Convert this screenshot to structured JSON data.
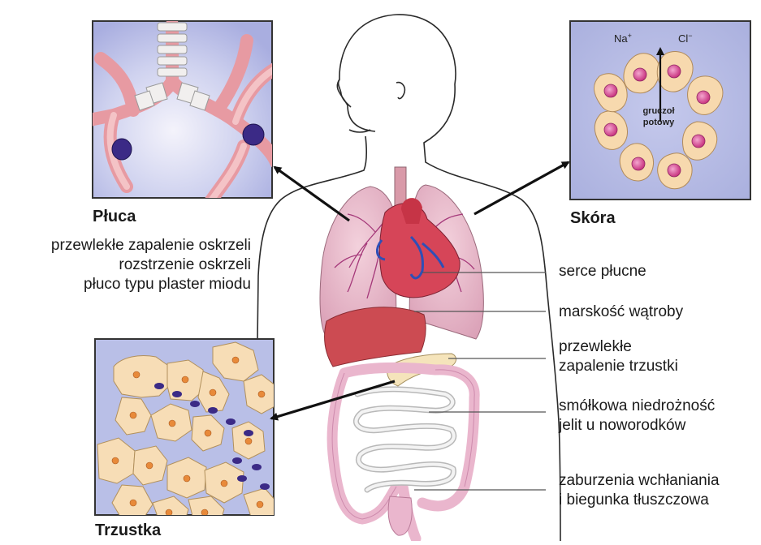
{
  "inset_lungs": {
    "title": "Płuca"
  },
  "inset_skin": {
    "title": "Skóra",
    "ion_na": "Na",
    "ion_na_sup": "+",
    "ion_cl": "Cl",
    "ion_cl_sup": "−",
    "gland_line1": "gruczoł",
    "gland_line2": "potowy"
  },
  "inset_pancreas": {
    "title": "Trzustka"
  },
  "lung_conditions": [
    "przewlekłe zapalenie oskrzeli",
    "rozstrzenie oskrzeli",
    "płuco typu plaster miodu"
  ],
  "organ_labels": {
    "heart": "serce płucne",
    "liver": "marskość wątroby",
    "pancreas_line1": "przewlekłe",
    "pancreas_line2": "zapalenie trzustki",
    "intestine_line1": "smółkowa niedrożność",
    "intestine_line2": "jelit u noworodków",
    "colon_line1": "zaburzenia wchłaniania",
    "colon_line2": "i biegunka tłuszczowa"
  },
  "colors": {
    "inset_bg": "#b7bde6",
    "lung_pink": "#e7a7b3",
    "heart_red": "#d84a5a",
    "liver_red": "#c8464d",
    "skin_cell": "#f7d9ae",
    "nucleus": "#d2468c",
    "dark_purple": "#3b2a86"
  }
}
